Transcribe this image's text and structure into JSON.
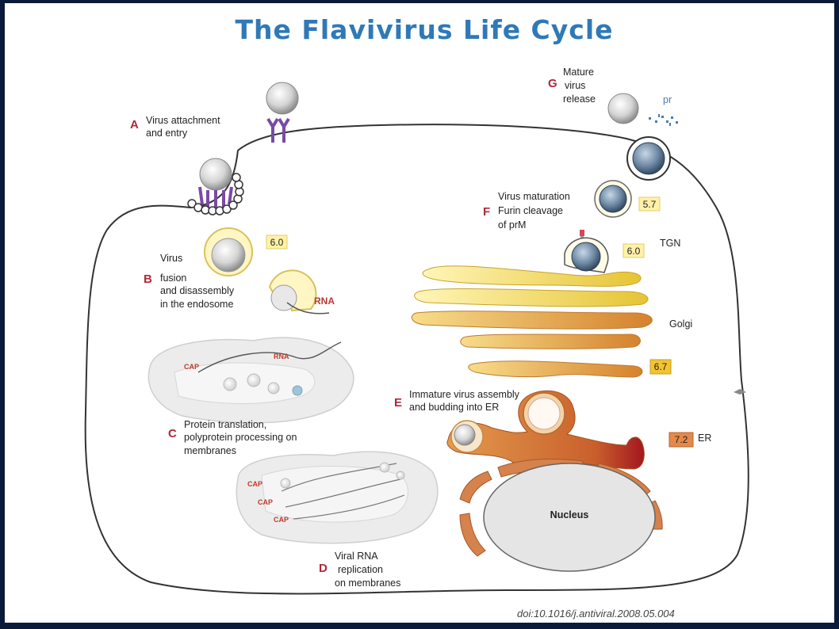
{
  "title": "The Flavivirus Life Cycle",
  "steps": {
    "A": {
      "letter": "A",
      "lines": [
        "Virus attachment",
        "and entry"
      ]
    },
    "B": {
      "letter": "B",
      "lines": [
        "Virus",
        "fusion",
        "and disassembly",
        "in the endosome"
      ]
    },
    "C": {
      "letter": "C",
      "lines": [
        "Protein translation,",
        "polyprotein processing on",
        "membranes"
      ]
    },
    "D": {
      "letter": "D",
      "lines": [
        "Viral RNA",
        "replication",
        "on membranes"
      ]
    },
    "E": {
      "letter": "E",
      "lines": [
        "Immature virus assembly",
        "and budding into ER"
      ]
    },
    "F": {
      "letter": "F",
      "lines": [
        "Virus maturation",
        "Furin cleavage",
        "of prM"
      ]
    },
    "G": {
      "letter": "G",
      "lines": [
        "Mature",
        "virus",
        "release"
      ]
    }
  },
  "labels": {
    "rna_b": "RNA",
    "rna_c": "RNA",
    "cap": "CAP",
    "pr": "pr",
    "tgn": "TGN",
    "golgi": "Golgi",
    "er": "ER",
    "nucleus": "Nucleus"
  },
  "ph": {
    "endosome": "6.0",
    "tgn": "6.0",
    "vesicle": "5.7",
    "golgi": "6.7",
    "er": "7.2"
  },
  "colors": {
    "title": "#2f79b8",
    "step_letter": "#b0283a",
    "ph_yellow": "#fff2a8",
    "ph_gold": "#f2c332",
    "ph_orange": "#e5894a"
  },
  "citation": "doi:10.1016/j.antiviral.2008.05.004"
}
